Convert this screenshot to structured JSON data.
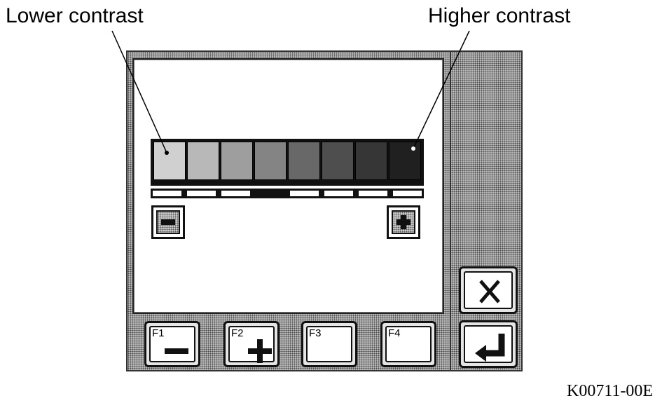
{
  "callouts": {
    "lower": "Lower contrast",
    "higher": "Higher contrast"
  },
  "reference_code": "K00711-00E",
  "contrast_scale": {
    "level_count": 8,
    "active_level": 4,
    "swatch_colors": [
      "#d0d0d0",
      "#b8b8b8",
      "#9e9e9e",
      "#848484",
      "#686868",
      "#4e4e4e",
      "#363636",
      "#202020"
    ]
  },
  "screen_buttons": {
    "decrease_icon": "minus-icon",
    "increase_icon": "plus-icon"
  },
  "function_keys": [
    {
      "label": "F1",
      "icon": "minus-icon"
    },
    {
      "label": "F2",
      "icon": "plus-icon"
    },
    {
      "label": "F3",
      "icon": ""
    },
    {
      "label": "F4",
      "icon": ""
    }
  ],
  "side_keys": {
    "cancel_icon": "close-icon",
    "enter_icon": "enter-icon"
  }
}
